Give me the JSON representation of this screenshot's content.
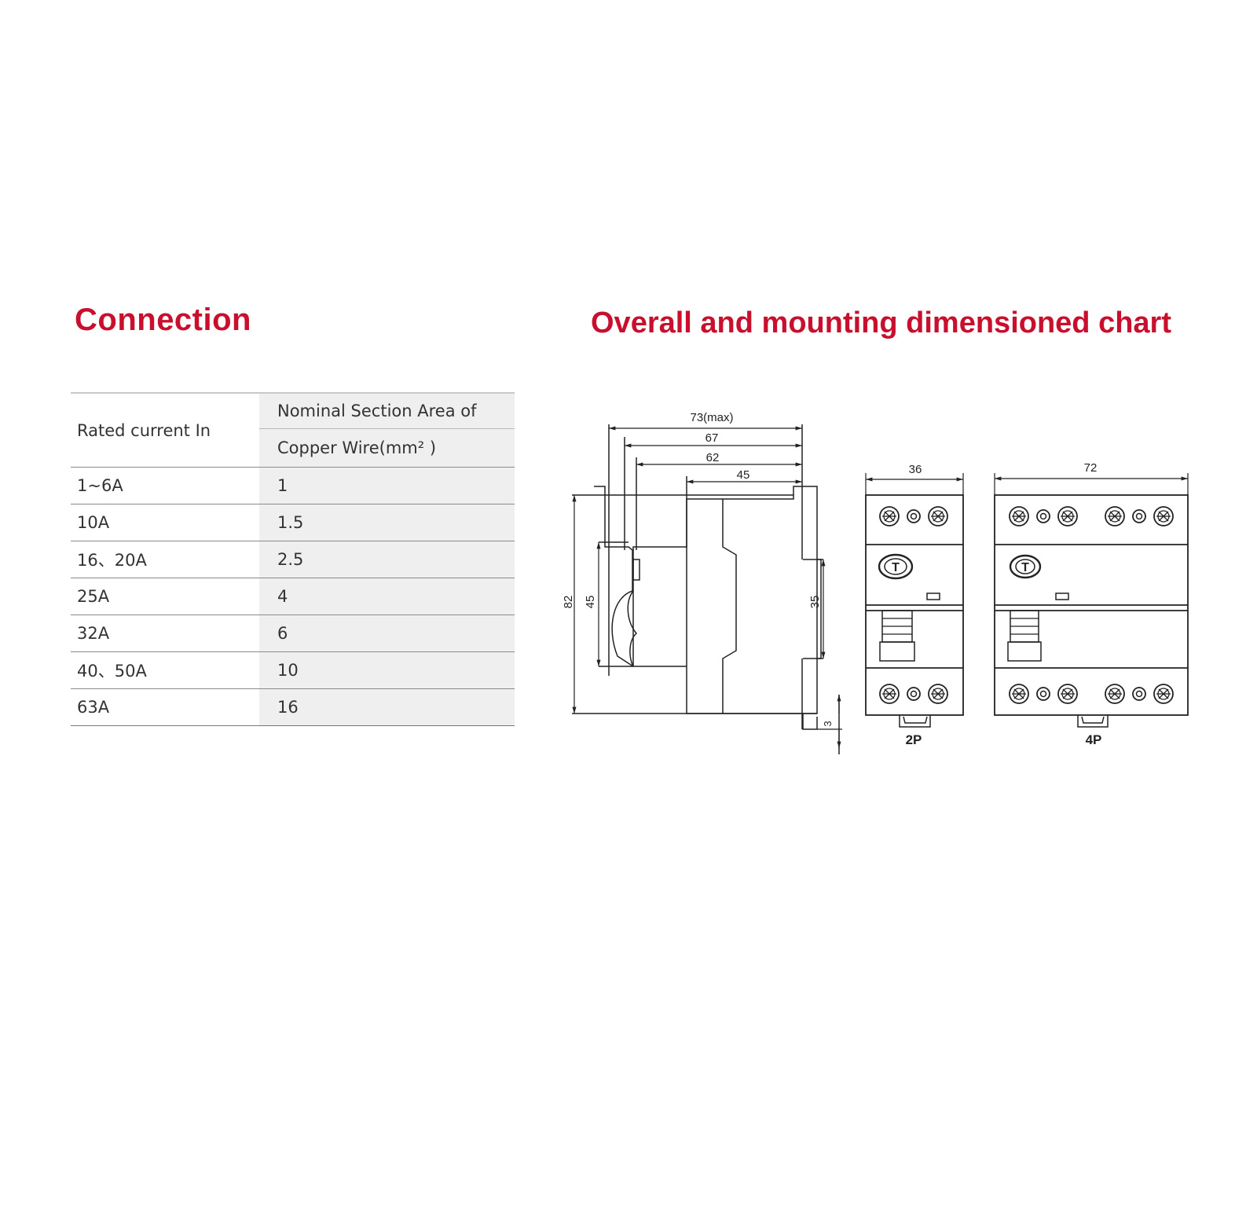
{
  "connection": {
    "title": "Connection",
    "table": {
      "col1_header": "Rated current In",
      "col2_header_line1": "Nominal Section Area of",
      "col2_header_line2": "Copper Wire(mm² )",
      "rows": [
        {
          "current": "1~6A",
          "area": "1"
        },
        {
          "current": "10A",
          "area": "1.5"
        },
        {
          "current": "16、20A",
          "area": "2.5"
        },
        {
          "current": "25A",
          "area": "4"
        },
        {
          "current": "32A",
          "area": "6"
        },
        {
          "current": "40、50A",
          "area": "10"
        },
        {
          "current": "63A",
          "area": "16"
        }
      ]
    }
  },
  "dimensions": {
    "title": "Overall and mounting dimensioned chart",
    "side_view": {
      "width_73": "73(max)",
      "width_67": "67",
      "width_62": "62",
      "width_45": "45",
      "height_82": "82",
      "height_45": "45",
      "height_35": "35",
      "offset_3": "3"
    },
    "front_2p": {
      "width": "36",
      "label": "2P",
      "test_button": "T"
    },
    "front_4p": {
      "width": "72",
      "label": "4P",
      "test_button": "T"
    }
  },
  "colors": {
    "title_red": "#c8102e",
    "table_shade": "#efefef"
  }
}
